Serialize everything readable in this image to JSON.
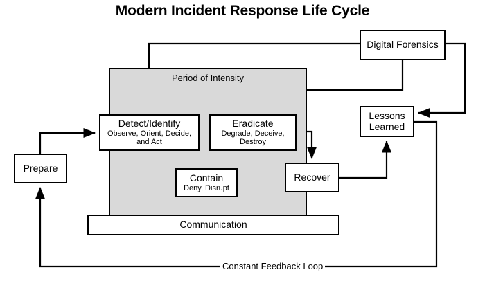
{
  "diagram": {
    "title": "Modern Incident Response Life Cycle",
    "band": {
      "label": "Period of Intensity"
    },
    "nodes": {
      "prepare": {
        "main": "Prepare",
        "sub": ""
      },
      "detect": {
        "main": "Detect/Identify",
        "sub": "Observe, Orient, Decide,\nand Act"
      },
      "detect_sub_line1": "Observe, Orient, Decide,",
      "detect_sub_line2": "and Act",
      "contain": {
        "main": "Contain",
        "sub": "Deny, Disrupt"
      },
      "eradicate": {
        "main": "Eradicate",
        "sub": "Degrade, Deceive,\nDestroy"
      },
      "eradicate_sub_line1": "Degrade, Deceive,",
      "eradicate_sub_line2": "Destroy",
      "recover": {
        "main": "Recover",
        "sub": ""
      },
      "lessons_line1": "Lessons",
      "lessons_line2": "Learned",
      "communication": {
        "main": "Communication",
        "sub": ""
      },
      "forensics": {
        "main": "Digital Forensics",
        "sub": ""
      }
    },
    "feedback_loop_label": "Constant Feedback Loop",
    "colors": {
      "band_fill": "#d9d9d9",
      "node_fill": "#ffffff",
      "stroke": "#000000",
      "background": "#ffffff"
    }
  }
}
